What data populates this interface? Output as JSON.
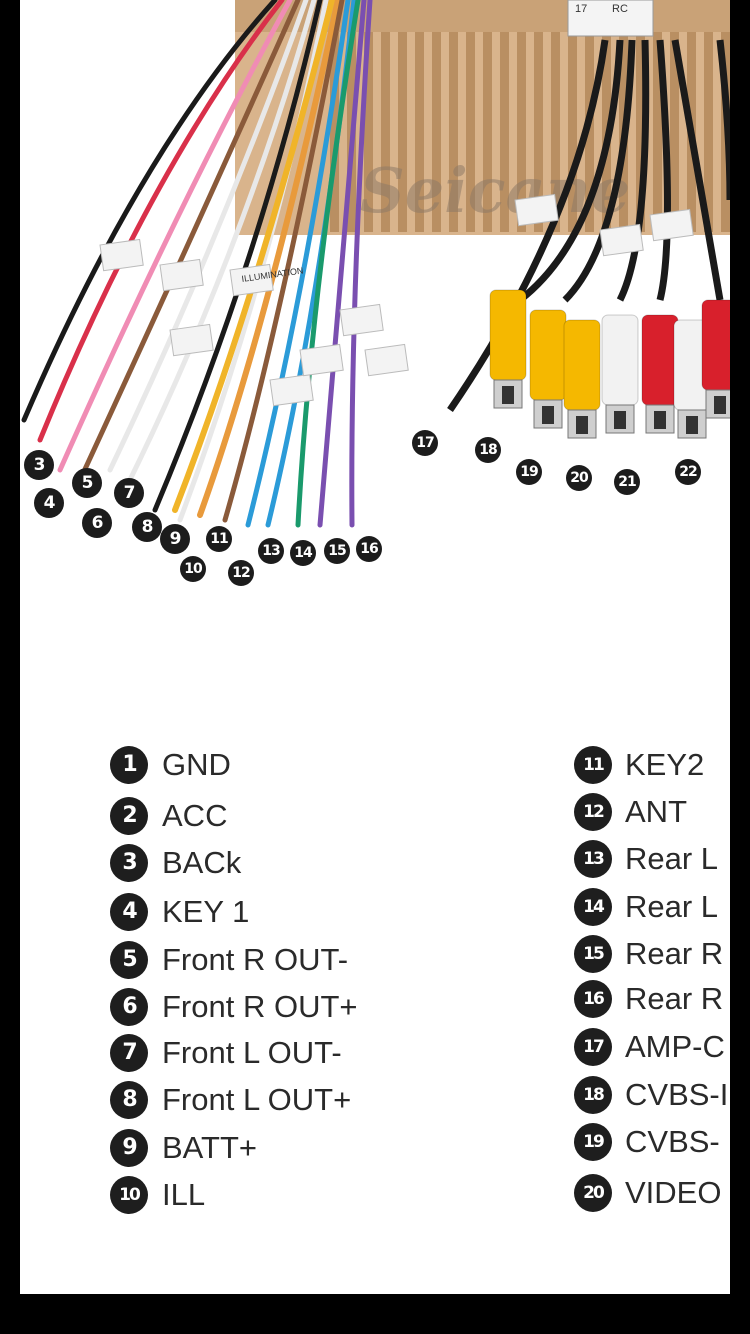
{
  "photo": {
    "watermark": "Seicane",
    "connector_left_label": "17",
    "connector_right_label": "RC",
    "cable_tag_text": "ILLUMINATION"
  },
  "wire_numbers": [
    "3",
    "4",
    "5",
    "6",
    "7",
    "8",
    "9",
    "10",
    "11",
    "12",
    "13",
    "14",
    "15",
    "16",
    "17",
    "18",
    "19",
    "20",
    "21",
    "22"
  ],
  "legend_left": [
    {
      "num": "1",
      "label": "GND"
    },
    {
      "num": "2",
      "label": "ACC"
    },
    {
      "num": "3",
      "label": "BACk"
    },
    {
      "num": "4",
      "label": "KEY 1"
    },
    {
      "num": "5",
      "label": "Front R OUT-"
    },
    {
      "num": "6",
      "label": "Front R OUT+"
    },
    {
      "num": "7",
      "label": "Front L OUT-"
    },
    {
      "num": "8",
      "label": "Front L OUT+"
    },
    {
      "num": "9",
      "label": "BATT+"
    },
    {
      "num": "10",
      "label": "ILL"
    }
  ],
  "legend_right": [
    {
      "num": "11",
      "label": "KEY2"
    },
    {
      "num": "12",
      "label": "ANT"
    },
    {
      "num": "13",
      "label": "Rear L"
    },
    {
      "num": "14",
      "label": "Rear L"
    },
    {
      "num": "15",
      "label": "Rear R"
    },
    {
      "num": "16",
      "label": "Rear R"
    },
    {
      "num": "17",
      "label": "AMP-C"
    },
    {
      "num": "18",
      "label": "CVBS-I"
    },
    {
      "num": "19",
      "label": "CVBS-"
    },
    {
      "num": "20",
      "label": "VIDEO"
    }
  ],
  "colors": {
    "background": "#000000",
    "panel": "#ffffff",
    "board": "#d9b48c",
    "badge": "#1e1e1e",
    "wire_black": "#1a1a1a",
    "wire_red": "#d9304a",
    "wire_pink": "#f08cb4",
    "wire_white": "#e8e8e8",
    "wire_yellow": "#f0b429",
    "wire_orange": "#e89a3c",
    "wire_blue": "#2b9bd8",
    "wire_green": "#1a9a6c",
    "wire_purple": "#7a4fb0",
    "wire_brown": "#8a5a3a",
    "rca_yellow": "#f5b800",
    "rca_white": "#f2f2f2",
    "rca_red": "#d8202c"
  }
}
